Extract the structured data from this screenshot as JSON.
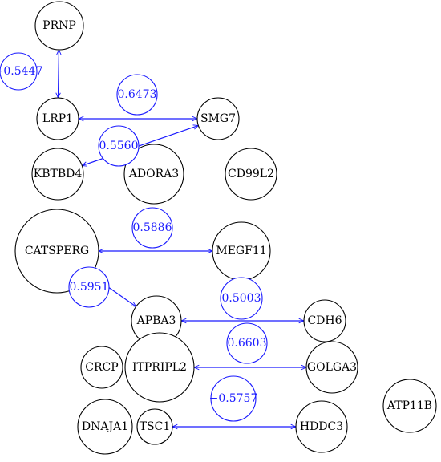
{
  "colors": {
    "node_stroke": "#000000",
    "edge": "#1a1aff",
    "weight_text": "#1a1aff"
  },
  "nodes": [
    {
      "id": "PRNP",
      "label": "PRNP"
    },
    {
      "id": "LRP1",
      "label": "LRP1"
    },
    {
      "id": "SMG7",
      "label": "SMG7"
    },
    {
      "id": "KBTBD4",
      "label": "KBTBD4"
    },
    {
      "id": "ADORA3",
      "label": "ADORA3"
    },
    {
      "id": "CD99L2",
      "label": "CD99L2"
    },
    {
      "id": "CATSPERG",
      "label": "CATSPERG"
    },
    {
      "id": "MEGF11",
      "label": "MEGF11"
    },
    {
      "id": "APBA3",
      "label": "APBA3"
    },
    {
      "id": "CDH6",
      "label": "CDH6"
    },
    {
      "id": "CRCP",
      "label": "CRCP"
    },
    {
      "id": "ITPRIPL2",
      "label": "ITPRIPL2"
    },
    {
      "id": "GOLGA3",
      "label": "GOLGA3"
    },
    {
      "id": "ATP11B",
      "label": "ATP11B"
    },
    {
      "id": "DNAJA1",
      "label": "DNAJA1"
    },
    {
      "id": "TSC1",
      "label": "TSC1"
    },
    {
      "id": "HDDC3",
      "label": "HDDC3"
    }
  ],
  "edges": [
    {
      "source": "PRNP",
      "target": "LRP1",
      "weight": "−0.5447"
    },
    {
      "source": "LRP1",
      "target": "SMG7",
      "weight": "0.6473"
    },
    {
      "source": "KBTBD4",
      "target": "SMG7",
      "weight": "0.5560"
    },
    {
      "source": "CATSPERG",
      "target": "MEGF11",
      "weight": "0.5886"
    },
    {
      "source": "CATSPERG",
      "target": "APBA3",
      "weight": "0.5951"
    },
    {
      "source": "APBA3",
      "target": "CDH6",
      "weight": "0.5003"
    },
    {
      "source": "ITPRIPL2",
      "target": "GOLGA3",
      "weight": "0.6603"
    },
    {
      "source": "TSC1",
      "target": "HDDC3",
      "weight": "−0.5757"
    }
  ]
}
